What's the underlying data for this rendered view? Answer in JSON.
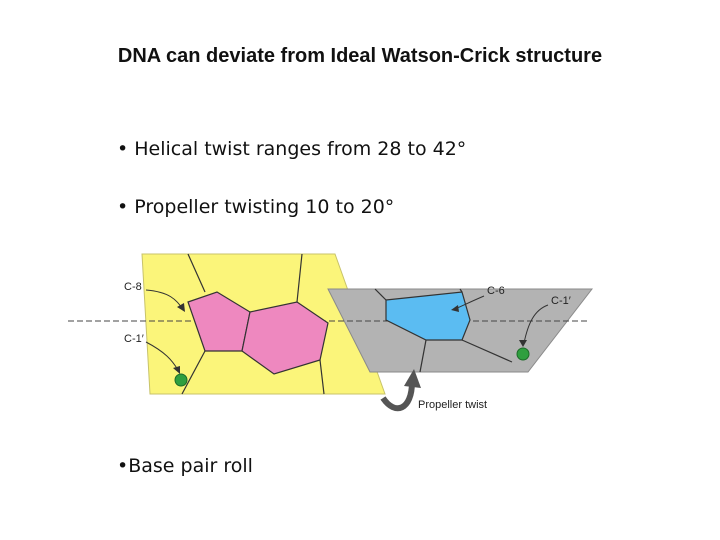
{
  "title": "DNA can deviate from Ideal Watson-Crick structure",
  "bullets": [
    "• Helical twist ranges from 28 to 42°",
    "• Propeller twisting 10 to 20°",
    "•Base pair roll"
  ],
  "diagram": {
    "labels": {
      "c8": "C-8",
      "c1_left": "C-1′",
      "c6": "C-6",
      "c1_right": "C-1′",
      "propeller_twist": "Propeller twist"
    },
    "colors": {
      "left_plane": "#fbf57a",
      "purine": "#ee88bf",
      "right_plane": "#b3b3b3",
      "pyrimidine": "#5bbcf2",
      "atom": "#2f9f3f",
      "arrow": "#555555"
    }
  }
}
